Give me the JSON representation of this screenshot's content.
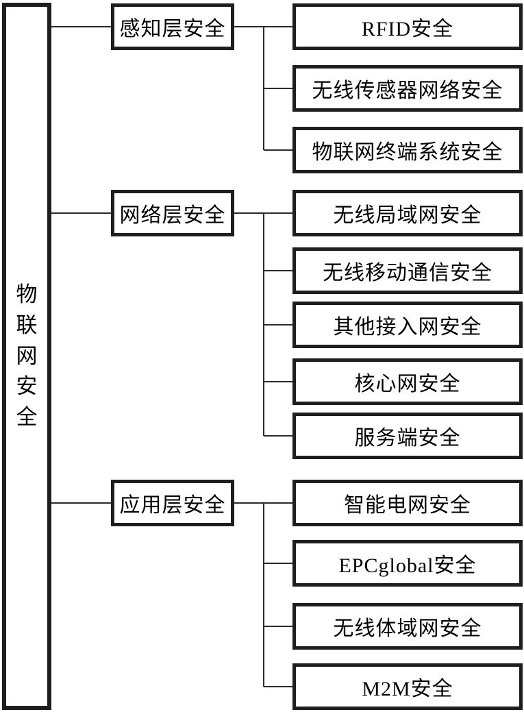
{
  "diagram": {
    "title": "IoT security hierarchy diagram",
    "colors": {
      "border": "#1e1e1e",
      "line": "#2a2a2a",
      "background": "#ffffff",
      "text": "#000000"
    },
    "root": {
      "label": "物联网安全"
    },
    "groups": [
      {
        "label": "感知层安全",
        "children": [
          "RFID安全",
          "无线传感器网络安全",
          "物联网终端系统安全"
        ]
      },
      {
        "label": "网络层安全",
        "children": [
          "无线局域网安全",
          "无线移动通信安全",
          "其他接入网安全",
          "核心网安全",
          "服务端安全"
        ]
      },
      {
        "label": "应用层安全",
        "children": [
          "智能电网安全",
          "EPCglobal安全",
          "无线体域网安全",
          "M2M安全"
        ]
      }
    ]
  }
}
